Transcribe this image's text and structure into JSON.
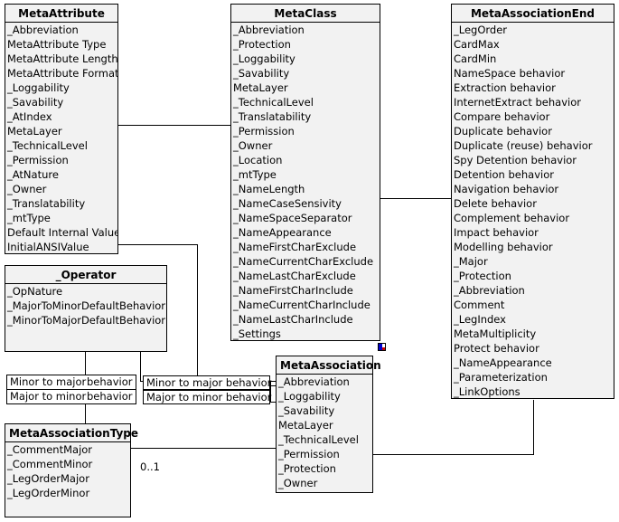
{
  "diagram": {
    "type": "uml-class-diagram",
    "background": "#ffffff",
    "box_fill": "#f2f2f2",
    "line_color": "#000000"
  },
  "classes": {
    "meta_attribute": {
      "title": "MetaAttribute",
      "attributes": [
        "_Abbreviation",
        "MetaAttribute Type",
        "MetaAttribute Length",
        "MetaAttribute Format",
        "_Loggability",
        "_Savability",
        "_AtIndex",
        "MetaLayer",
        "_TechnicalLevel",
        "_Permission",
        "_AtNature",
        "_Owner",
        "_Translatability",
        "_mtType",
        "Default Internal Value",
        "InitialANSIValue"
      ]
    },
    "meta_class": {
      "title": "MetaClass",
      "attributes": [
        "_Abbreviation",
        "_Protection",
        "_Loggability",
        "_Savability",
        "MetaLayer",
        "_TechnicalLevel",
        "_Translatability",
        "_Permission",
        "_Owner",
        "_Location",
        "_mtType",
        "_NameLength",
        "_NameCaseSensivity",
        "_NameSpaceSeparator",
        "_NameAppearance",
        "_NameFirstCharExclude",
        "_NameCurrentCharExclude",
        "_NameLastCharExclude",
        "_NameFirstCharInclude",
        "_NameCurrentCharInclude",
        "_NameLastCharInclude",
        "_Settings"
      ]
    },
    "meta_association_end": {
      "title": "MetaAssociationEnd",
      "attributes": [
        "_LegOrder",
        "CardMax",
        "CardMin",
        "NameSpace behavior",
        "Extraction behavior",
        "InternetExtract behavior",
        "Compare behavior",
        "Duplicate behavior",
        "Duplicate (reuse) behavior",
        "Spy Detention behavior",
        "Detention behavior",
        "Navigation behavior",
        "Delete behavior",
        "Complement behavior",
        "Impact behavior",
        "Modelling behavior",
        "_Major",
        "_Protection",
        "_Abbreviation",
        "Comment",
        "_LegIndex",
        "MetaMultiplicity",
        "Protect behavior",
        "_NameAppearance",
        "_Parameterization",
        "_LinkOptions"
      ]
    },
    "operator": {
      "title": "_Operator",
      "attributes": [
        "_OpNature",
        "_MajorToMinorDefaultBehavior",
        "_MinorToMajorDefaultBehavior"
      ]
    },
    "meta_association": {
      "title": "MetaAssociation",
      "attributes": [
        "_Abbreviation",
        "_Loggability",
        "_Savability",
        "MetaLayer",
        "_TechnicalLevel",
        "_Permission",
        "_Protection",
        "_Owner"
      ]
    },
    "meta_association_type": {
      "title": "MetaAssociationType",
      "attributes": [
        "_CommentMajor",
        "_CommentMinor",
        "_LegOrderMajor",
        "_LegOrderMinor"
      ]
    }
  },
  "labels": {
    "operator_left": {
      "row1_part1": "Minor to major",
      "row1_part2": "behavior",
      "row2_part1": "Major to minor",
      "row2_part2": "behavior"
    },
    "operator_right": {
      "row1": "Minor to major behavior",
      "row2": "Major to minor behavior"
    }
  },
  "multiplicities": {
    "association_type_to_association": "0..1"
  },
  "handle": {
    "name": "resize-handle"
  }
}
